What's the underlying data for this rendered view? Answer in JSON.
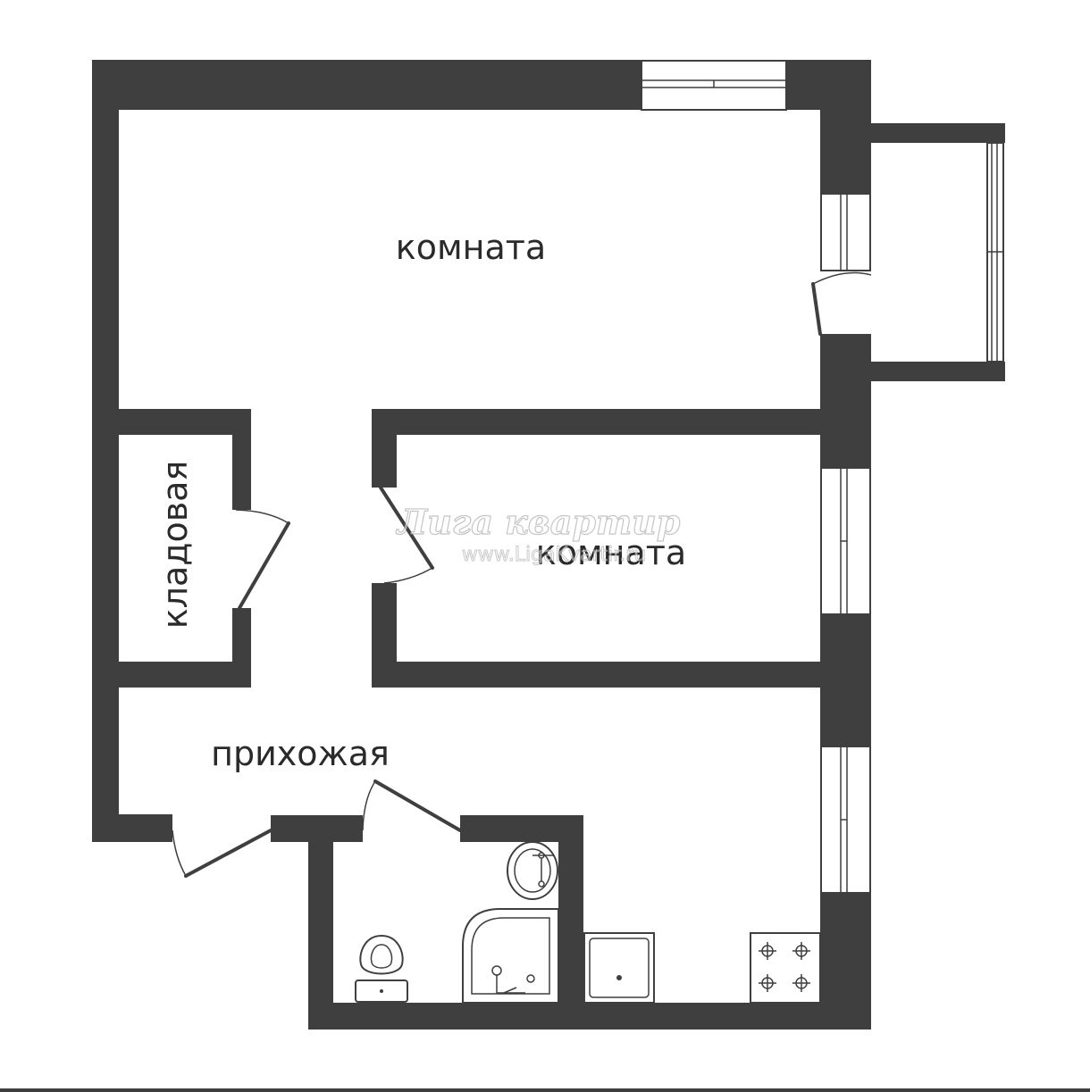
{
  "plan": {
    "rooms": {
      "living_room_top": "комната",
      "living_room_middle": "комната",
      "storage": "кладовая",
      "hallway": "прихожая"
    },
    "watermark": {
      "brand": "Лига квартир",
      "url": "www.LigaKvartir.ru"
    },
    "colors": {
      "walls": "#3f3f3f",
      "background": "#ffffff",
      "label_text": "#2a2a2a"
    },
    "icons": [
      "window-icon",
      "door-icon",
      "toilet-icon",
      "sink-icon",
      "shower-icon",
      "kitchen-sink-icon",
      "stove-icon"
    ]
  }
}
